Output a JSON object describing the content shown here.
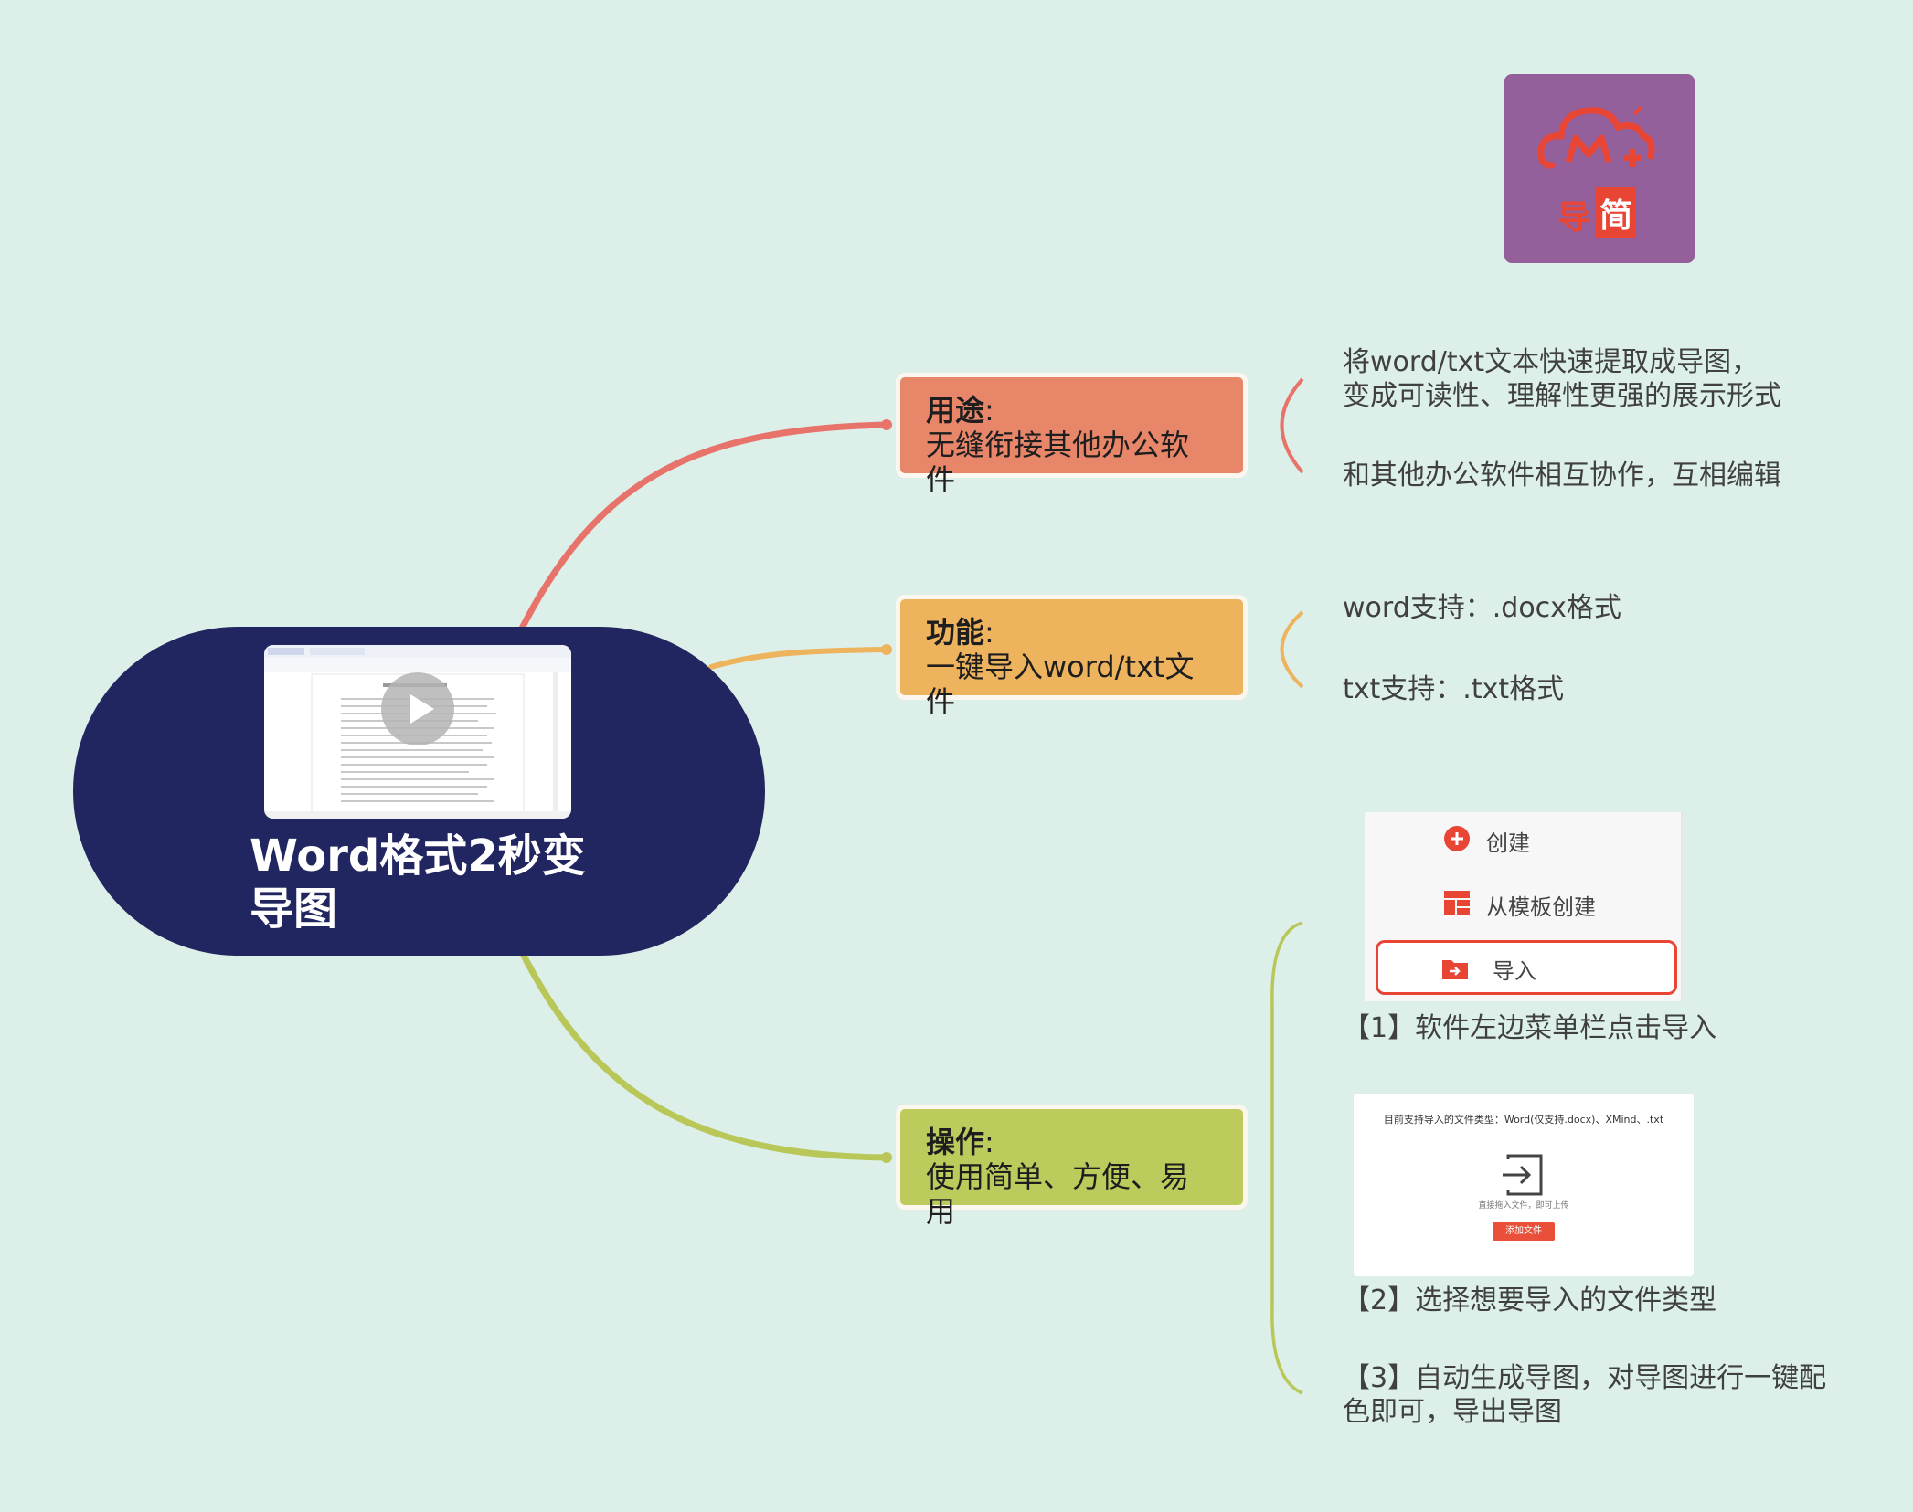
{
  "root": {
    "title": "Word格式2秒变导图"
  },
  "logo": {
    "text_left": "导",
    "text_right": "简"
  },
  "branches": [
    {
      "key": "用途",
      "colon": ":",
      "desc": "无缝衔接其他办公软件",
      "color": "#e8866a",
      "leaves": [
        "将word/txt文本快速提取成导图，",
        "变成可读性、理解性更强的展示形式",
        "和其他办公软件相互协作，互相编辑"
      ]
    },
    {
      "key": "功能",
      "colon": ":",
      "desc": "一键导入word/txt文件",
      "color": "#eeb35d",
      "leaves": [
        "word支持：.docx格式",
        "txt支持：.txt格式"
      ]
    },
    {
      "key": "操作",
      "colon": ":",
      "desc": "使用简单、方便、易用",
      "color": "#bdcb5c",
      "leaves": [
        "【1】软件左边菜单栏点击导入",
        "【2】选择想要导入的文件类型",
        "【3】自动生成导图，对导图进行一键配",
        "色即可，导出导图"
      ]
    }
  ],
  "menu": {
    "items": [
      "创建",
      "从模板创建",
      "导入"
    ],
    "selected": "导入"
  },
  "import_dialog": {
    "types": "目前支持导入的文件类型：Word(仅支持.docx)、XMind、.txt",
    "hint": "直接拖入文件，即可上传",
    "button": "添加文件"
  },
  "colors": {
    "background": "#dcefe8",
    "root": "#222660",
    "logo": "#93609c",
    "accent_red": "#e94f39"
  }
}
